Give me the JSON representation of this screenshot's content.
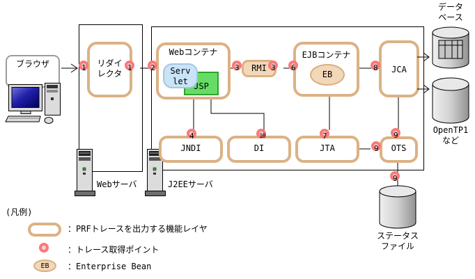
{
  "diagram": {
    "browser": {
      "label": "ブラウザ"
    },
    "redirector": {
      "line1": "リダイ",
      "line2": "レクタ"
    },
    "web_server": {
      "label": "Webサーバ"
    },
    "j2ee_server": {
      "label": "J2EEサーバ"
    },
    "web_container": {
      "title": "Webコンテナ",
      "servlet_line1": "Serv",
      "servlet_line2": "let",
      "jsp": "JSP"
    },
    "rmi": {
      "label": "RMI"
    },
    "ejb_container": {
      "title": "EJBコンテナ",
      "eb": "EB"
    },
    "jca": {
      "label": "JCA"
    },
    "jndi": {
      "label": "JNDI"
    },
    "di": {
      "label": "DI"
    },
    "jta": {
      "label": "JTA"
    },
    "ots": {
      "label": "OTS"
    },
    "database": {
      "line1": "データ",
      "line2": "ベース"
    },
    "opentp1": {
      "line1": "OpenTP1",
      "line2": "など"
    },
    "status_file": {
      "line1": "ステータス",
      "line2": "ファイル"
    }
  },
  "trace_points": {
    "n1a": "1",
    "n1b": "1",
    "n2": "2",
    "n3a": "3",
    "n3b": "3",
    "n6": "6",
    "n8": "8",
    "n4": "4",
    "n10": "10",
    "n7": "7",
    "n9a": "9",
    "n9b": "9",
    "n9c": "9"
  },
  "legend": {
    "title": "(凡例)",
    "layer": "：PRFトレースを出力する機能レイヤ",
    "trace_point": "：トレース取得ポイント",
    "eb_symbol": "EB",
    "eb": "：Enterprise Bean"
  },
  "colors": {
    "tan": "#DBB285",
    "ring": "#F97A7A",
    "tp_fill": "#FBD0D0",
    "servlet_fill": "#C9E3F7",
    "servlet_border": "#A6C6E4",
    "jsp_fill": "#66DC66",
    "jsp_border": "#2DA32D",
    "node_fill": "#F2D8B8",
    "node_border": "#D9AF80"
  }
}
